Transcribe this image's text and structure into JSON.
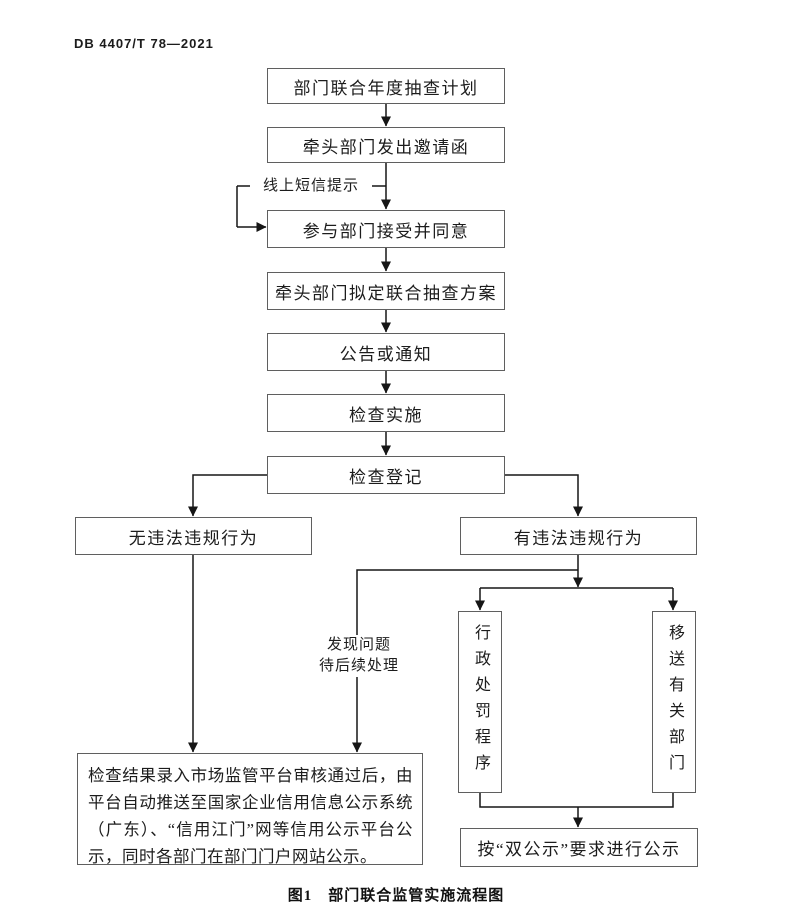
{
  "doc": {
    "header": "DB 4407/T 78—2021",
    "figure_caption": "图1　部门联合监管实施流程图"
  },
  "flow": {
    "annual_plan": "部门联合年度抽查计划",
    "send_invitation": "牵头部门发出邀请函",
    "accept_agree": "参与部门接受并同意",
    "draft_plan": "牵头部门拟定联合抽查方案",
    "announce_notify": "公告或通知",
    "inspection_implement": "检查实施",
    "inspection_register": "检查登记",
    "no_violation": "无违法违规行为",
    "has_violation": "有违法违规行为",
    "result_publicity": "检查结果录入市场监管平台审核通过后，由平台自动推送至国家企业信用信息公示系统（广东）、“信用江门”网等信用公示平台公示，同时各部门在部门门户网站公示。",
    "admin_penalty": "行政处罚程序",
    "transfer_department": "移送有关部门",
    "double_publicity": "按“双公示”要求进行公示",
    "sms_label": "线上短信提示",
    "found_problem_line1": "发现问题",
    "found_problem_line2": "待后续处理"
  },
  "colors": {
    "line": "#161616",
    "box_border": "#5f5f5f",
    "text": "#1c1c1c",
    "background": "#ffffff"
  }
}
